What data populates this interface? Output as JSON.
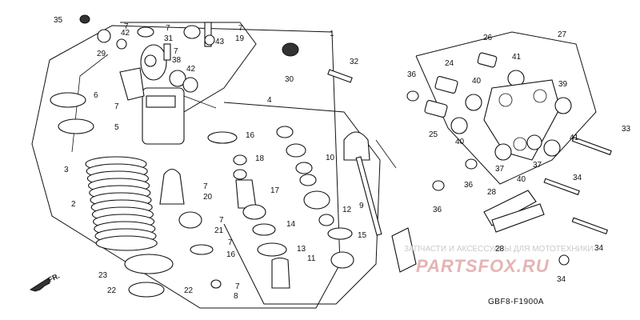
{
  "diagram_code": "GBF8-F1900A",
  "front_marker": "FR.",
  "watermark": {
    "line1": "ЗАПЧАСТИ И АКСЕССУАРЫ ДЛЯ МОТОТЕХНИКИ",
    "line2": "PARTSFOX.RU"
  },
  "callouts": [
    "35",
    "7",
    "42",
    "29",
    "7",
    "31",
    "7",
    "19",
    "43",
    "7",
    "38",
    "42",
    "1",
    "30",
    "32",
    "6",
    "5",
    "3",
    "7",
    "16",
    "18",
    "4",
    "10",
    "17",
    "12",
    "9",
    "2",
    "7",
    "20",
    "7",
    "21",
    "7",
    "16",
    "14",
    "15",
    "13",
    "11",
    "23",
    "22",
    "22",
    "7",
    "8",
    "26",
    "27",
    "24",
    "41",
    "36",
    "40",
    "39",
    "25",
    "40",
    "37",
    "37",
    "40",
    "41",
    "33",
    "36",
    "34",
    "28",
    "36",
    "28",
    "34",
    "34"
  ],
  "colors": {
    "line": "#111111",
    "watermark_red": "#e6b3b3",
    "watermark_gray": "#c9c9c9"
  }
}
